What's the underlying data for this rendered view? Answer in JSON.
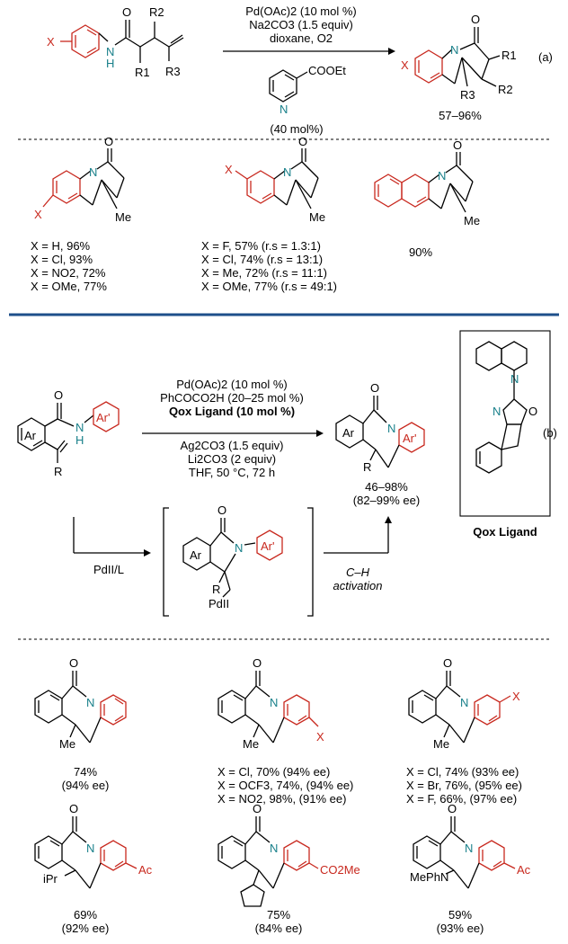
{
  "colors": {
    "scaffold": "#c8281e",
    "nitrogen": "#19808a",
    "divider": "#1d4f8a"
  },
  "panel_a": {
    "conditions": [
      "Pd(OAc)2 (10 mol %)",
      "Na2CO3 (1.5 equiv)",
      "dioxane, O2"
    ],
    "additive_label": "COOEt",
    "additive_loading": "(40 mol%)",
    "range": "57–96%",
    "tag": "(a)",
    "atoms": {
      "x": "X",
      "n": "N",
      "h": "H",
      "r1": "R1",
      "r2": "R2",
      "r3": "R3",
      "o": "O",
      "me": "Me"
    },
    "examples": [
      {
        "lines": [
          "X = H, 96%",
          "X = Cl, 93%",
          "X = NO2, 72%",
          "X = OMe, 77%"
        ]
      },
      {
        "lines": [
          "X = F, 57% (r.s = 1.3:1)",
          "X = Cl, 74% (r.s = 13:1)",
          "X = Me, 72% (r.s = 11:1)",
          "X = OMe, 77% (r.s = 49:1)"
        ]
      },
      {
        "lines": [
          "90%"
        ]
      }
    ]
  },
  "panel_b": {
    "conditions_above": [
      "Pd(OAc)2 (10 mol %)",
      "PhCOCO2H (20–25 mol %)",
      "Qox Ligand (10 mol %)"
    ],
    "conditions_below": [
      "Ag2CO3 (1.5 equiv)",
      "Li2CO3 (2 equiv)",
      "THF, 50 °C, 72 h"
    ],
    "range": "46–98%",
    "ee_range": "(82–99% ee)",
    "tag": "(b)",
    "ligand_name": "Qox Ligand",
    "catalyst_label": "PdII/L",
    "step_label_1": "C–H",
    "step_label_2": "activation",
    "intermediate_pd": "PdII",
    "atoms": {
      "ar": "Ar",
      "arp": "Ar'",
      "r": "R",
      "n": "N",
      "h": "H",
      "o": "O"
    },
    "examples": [
      {
        "lines": [
          "74%",
          "(94% ee)"
        ],
        "sub": "Me"
      },
      {
        "lines": [
          "X = Cl, 70% (94% ee)",
          "X = OCF3, 74%, (94% ee)",
          "X = NO2, 98%, (91% ee)"
        ],
        "sub": "Me",
        "x": "X"
      },
      {
        "lines": [
          "X = Cl, 74% (93% ee)",
          "X = Br, 76%, (95% ee)",
          "X = F, 66%, (97% ee)"
        ],
        "sub": "Me",
        "x": "X"
      },
      {
        "lines": [
          "69%",
          "(92% ee)"
        ],
        "sub": "iPr",
        "x": "Ac"
      },
      {
        "lines": [
          "75%",
          "(84% ee)"
        ],
        "x": "CO2Me"
      },
      {
        "lines": [
          "59%",
          "(93% ee)"
        ],
        "sub": "MePhN",
        "x": "Ac"
      }
    ]
  }
}
